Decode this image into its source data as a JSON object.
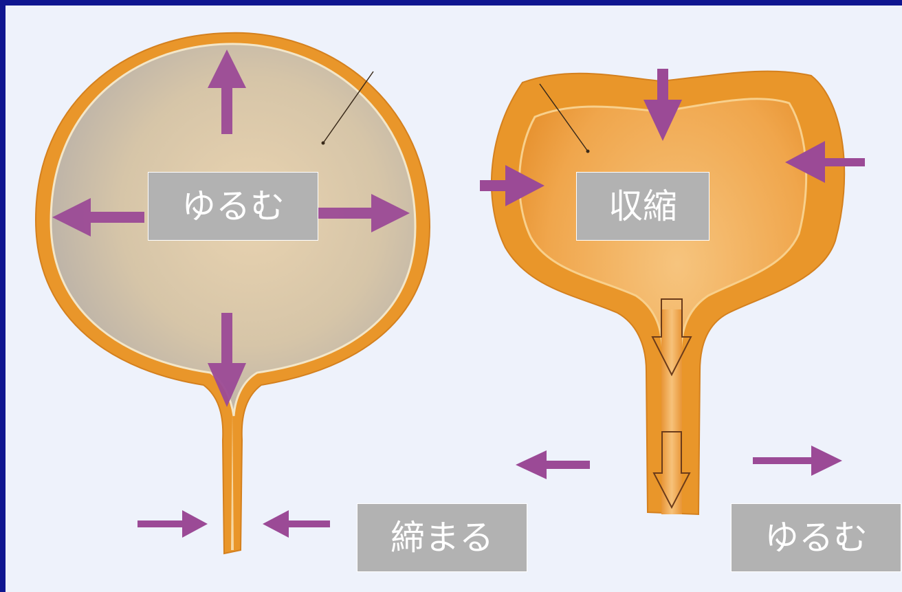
{
  "diagram": {
    "labels": {
      "left_bladder": "ゆるむ",
      "left_sphincter": "締まる",
      "right_bladder": "収縮",
      "right_sphincter": "ゆるむ"
    },
    "colors": {
      "background_border": "#0f1690",
      "canvas": "#eef2fb",
      "wall_orange": "#e9962a",
      "interior_filled": "#cdc0a8",
      "interior_contracted": "#f1a84e",
      "arrow_purple": "#9b4a96",
      "label_box": "#b2b2b2"
    }
  }
}
